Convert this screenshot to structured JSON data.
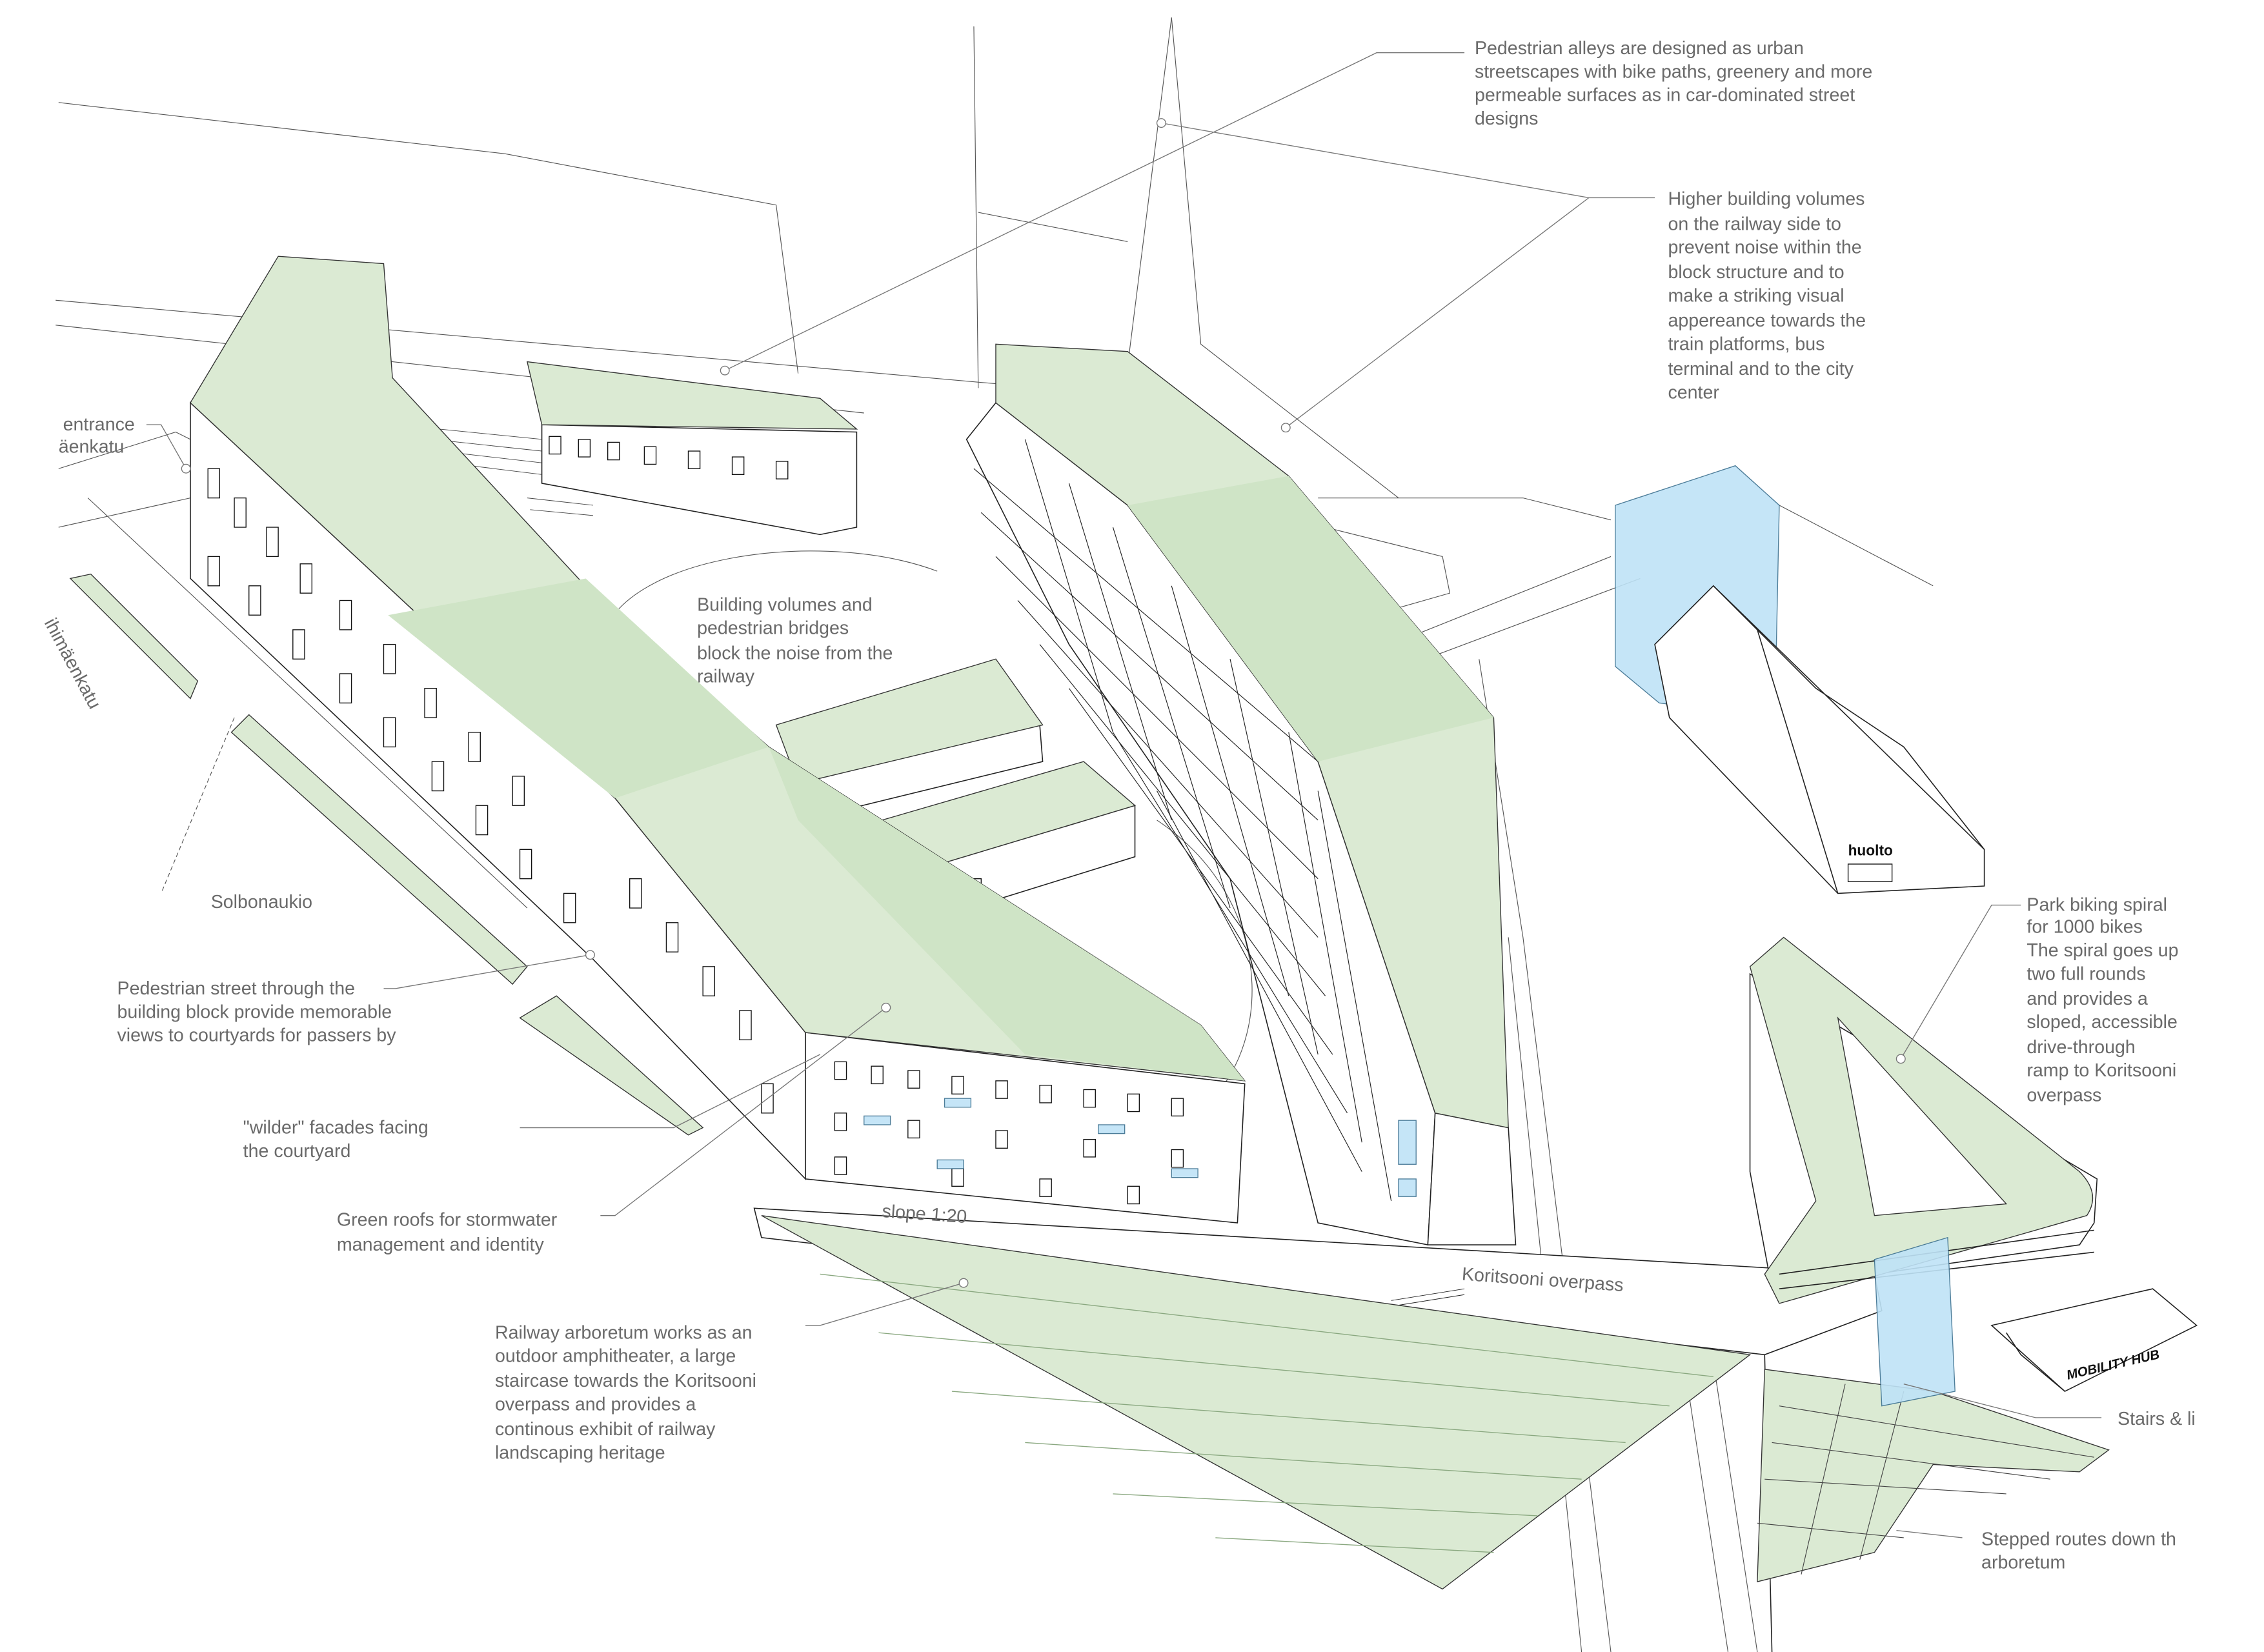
{
  "diagram": {
    "annotations": {
      "pedestrian_alleys": [
        "Pedestrian alleys are designed as urban",
        "streetscapes with bike paths, greenery and more",
        "permeable surfaces as in car-dominated street",
        "designs"
      ],
      "higher_volumes": [
        "Higher building volumes",
        "on the railway side to",
        "prevent noise within the",
        "block structure and to",
        "make a striking visual",
        "appereance towards the",
        "train platforms, bus",
        "terminal and to the city",
        "center"
      ],
      "entrance": [
        "entrance",
        "äenkatu"
      ],
      "noise_block": [
        "Building volumes and",
        "pedestrian bridges",
        "block the noise from the",
        "railway"
      ],
      "pedestrian_street": [
        "Pedestrian street through the",
        "building block provide memorable",
        "views to courtyards for passers by"
      ],
      "wilder_facades": [
        "\"wilder\" facades facing",
        "the courtyard"
      ],
      "green_roofs": [
        "Green roofs for stormwater",
        "management and identity"
      ],
      "railway_arboretum": [
        "Railway arboretum works as an",
        "outdoor amphitheater, a large",
        "staircase towards the Koritsooni",
        "overpass and provides a",
        "continous exhibit of railway",
        "landscaping heritage"
      ],
      "park_biking": [
        "Park biking spiral",
        "for 1000 bikes",
        "The spiral goes up",
        "two full rounds",
        "and provides a",
        "sloped, accessible",
        "drive-through",
        "ramp to Koritsooni",
        "overpass"
      ],
      "stairs": [
        "Stairs & li"
      ],
      "stepped_routes": [
        "Stepped routes down th",
        "arboretum"
      ]
    },
    "place_labels": {
      "street": "ihimäenkatu",
      "square": "Solbonaukio",
      "slope": "slope 1:20",
      "overpass": "Koritsooni overpass",
      "huolto": "huolto",
      "mobility_hub": "MOBILITY HUB"
    },
    "colors": {
      "green_roof": "#dbead3",
      "green_dark": "#cfe4c6",
      "glass": "#bfe3f7",
      "text": "#6a6a6a"
    }
  }
}
